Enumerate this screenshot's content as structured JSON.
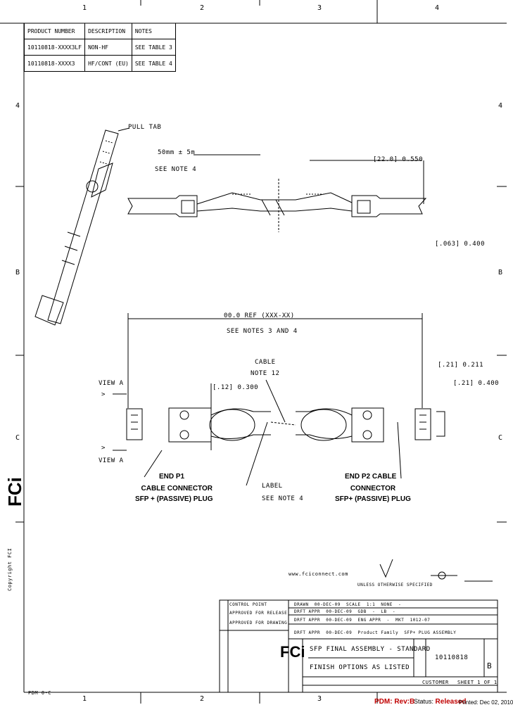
{
  "grid": {
    "top": [
      "1",
      "2",
      "3",
      "4"
    ],
    "left": [
      "4",
      "B",
      "C"
    ]
  },
  "parts_table": {
    "headers": [
      "PRODUCT NUMBER",
      "DESCRIPTION",
      "NOTES"
    ],
    "rows": [
      [
        "10110818-XXXX3LF",
        "NON-HF",
        "SEE TABLE 3"
      ],
      [
        "10110818-XXXX3",
        "HF/CONT (EU)",
        "SEE TABLE 4"
      ]
    ]
  },
  "labels": {
    "pull_tab": "PULL TAB",
    "dim_top": "50mm ± 5m",
    "see_note_4": "SEE NOTE 4",
    "dim_right_top": "[22.0] 0.550",
    "dim_right_side": "[.063] 0.400",
    "dim_overall": "00.0 REF (XXX-XX)",
    "see_notes": "SEE NOTES 3 AND 4",
    "cable": "CABLE",
    "note_12": "NOTE 12",
    "view_a_top": "VIEW A",
    "view_a_bottom": "VIEW A",
    "dim_left_mid": "[.12] 0.300",
    "dim_right_mid1": "[.21] 0.211",
    "dim_right_mid2": "[.21] 0.400",
    "end_p1": [
      "END P1",
      "CABLE CONNECTOR",
      "SFP + (PASSIVE) PLUG"
    ],
    "label_title": "LABEL",
    "label_note": "SEE NOTE 4",
    "end_p2": [
      "END P2 CABLE",
      "CONNECTOR",
      "SFP+ (PASSIVE) PLUG"
    ],
    "website": "www.fciconnect.com",
    "roughness_note": "UNLESS OTHERWISE SPECIFIED",
    "copyright": "Copyright FCI"
  },
  "title_block": {
    "rev_rows": [
      "CONTROL POINT",
      "APPROVED FOR RELEASE",
      "APPROVED FOR DRAWING"
    ],
    "info_rows": [
      [
        "DRAWN",
        "00-DEC-09",
        "SCALE",
        "1:1",
        "NONE",
        "-"
      ],
      [
        "DRFT APPR",
        "00-DEC-09",
        "GDB",
        "-",
        "LB",
        "-"
      ],
      [
        "DRFT APPR",
        "00-DEC-09",
        "ENG APPR",
        "-",
        "MKT",
        "1012-07"
      ],
      [
        "DRFT APPR",
        "00-DEC-09",
        "Product Family",
        "SFP+ PLUG ASSEMBLY",
        "",
        ""
      ]
    ],
    "title_line1": "SFP FINAL ASSEMBLY - STANDARD",
    "title_line2": "FINISH OPTIONS AS LISTED",
    "part_number": "10110818",
    "rev_letter": "B",
    "customer": "CUSTOMER",
    "sheet": "SHEET 1 OF 1",
    "bottom_left": "PDM 0-C"
  },
  "footer": {
    "pdm": "PDM: Rev:B",
    "status_prefix": "Status:",
    "status": "Released",
    "printed": "Printed: Dec 02, 2010"
  },
  "logo_text": "FCi",
  "colors": {
    "pdm_red": "#c00000",
    "status_red": "#c00000"
  }
}
